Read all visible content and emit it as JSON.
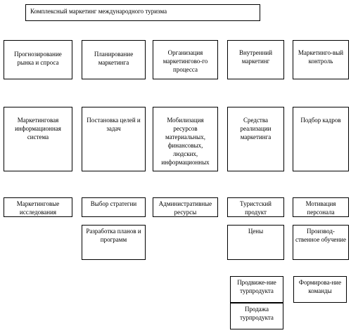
{
  "title": "Комплексный маркетинг  международного  туризма",
  "columns": [
    {
      "id": "forecast",
      "header": "Прогнозирование рынка и спроса",
      "second": "Маркетинговая информационная система",
      "third": "Маркетинговые исследования",
      "extra": []
    },
    {
      "id": "planning",
      "header": "Планирование маркетинга",
      "second": "Постановка целей и задач",
      "third": "Выбор стратегии",
      "extra": [
        "Разработка планов и программ"
      ]
    },
    {
      "id": "organization",
      "header": "Организация маркетингово-го процесса",
      "second": "Мобилизация ресурсов материальных, финансовых, людских, информационных",
      "third": "Административные ресурсы",
      "extra": []
    },
    {
      "id": "internal",
      "header": "Внутренний маркетинг",
      "second": "Средства реализации маркетинга",
      "third": "Туристский продукт",
      "extra": [
        "Цены",
        "Продвиже-ние турпродукта",
        "Продажа турпродукта"
      ]
    },
    {
      "id": "control",
      "header": "Маркетинго-вый контроль",
      "second": "Подбор кадров",
      "third": "Мотивация персонала",
      "extra": [
        "Производ-ственное обучение",
        "Формирова-ние команды"
      ]
    }
  ]
}
